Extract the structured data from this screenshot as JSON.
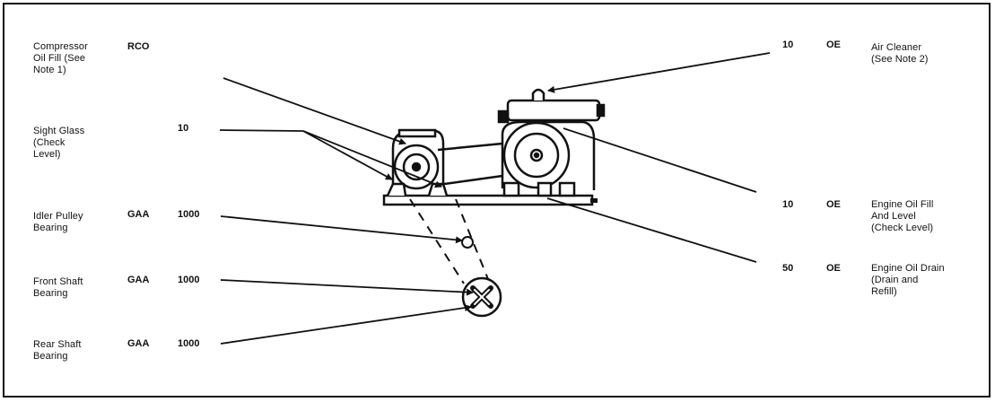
{
  "items": {
    "compressor_oil_fill": {
      "label": "Compressor\nOil Fill (See\nNote 1)",
      "lube": "RCO",
      "interval": ""
    },
    "sight_glass": {
      "label": "Sight Glass\n(Check\nLevel)",
      "lube": "",
      "interval": "10"
    },
    "idler_pulley": {
      "label": "Idler Pulley\nBearing",
      "lube": "GAA",
      "interval": "1000"
    },
    "front_shaft": {
      "label": "Front Shaft\nBearing",
      "lube": "GAA",
      "interval": "1000"
    },
    "rear_shaft": {
      "label": "Rear Shaft\nBearing",
      "lube": "GAA",
      "interval": "1000"
    },
    "air_cleaner": {
      "label": "Air Cleaner\n(See Note 2)",
      "lube": "OE",
      "interval": "10"
    },
    "engine_oil_fill": {
      "label": "Engine Oil Fill\nAnd Level\n(Check Level)",
      "lube": "OE",
      "interval": "10"
    },
    "engine_oil_drain": {
      "label": "Engine Oil Drain\n(Drain and\nRefill)",
      "lube": "OE",
      "interval": "50"
    }
  },
  "colors": {
    "ink": "#111111",
    "background": "#ffffff"
  }
}
